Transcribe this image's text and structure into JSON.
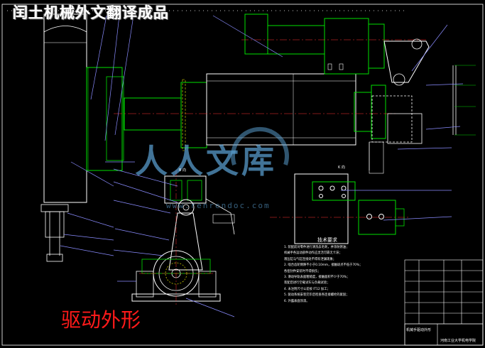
{
  "header": {
    "title": "闰土机械外文翻译成品"
  },
  "drawing": {
    "view_label_b": "B 向",
    "view_label_k": "K 向",
    "drive_caption": "驱动外形",
    "colors": {
      "background": "#000000",
      "outline": "#ffffff",
      "part_line": "#00e000",
      "centerline": "#ff3030",
      "leader": "#8a8cff",
      "hidden": "#e0e000",
      "caption": "#ff1a1a"
    }
  },
  "watermark": {
    "text": "人人文库",
    "url": "www.renrendoc.com"
  },
  "notes": {
    "heading": "技术要求",
    "lines": [
      "1. 装配前对零件进行清洗去毛刺，并涂防锈油；",
      "   机械手各运动部件动作应灵活可靠无卡滞；",
      "   液压缸与气缸连接处不得有泄漏现象；",
      "2. 啮合齿轮侧隙不小于0.10mm，接触斑点不低于70%；",
      "   各密封件安装时不得损伤；",
      "3. 滑动导轨表面粗糙度，接触面积不少于70%；",
      "   装配后进行空载试车与负载试验；",
      "4. 未注明尺寸公差按 IT12 加工；",
      "5. 驱动系统安装完毕后检查各连接螺栓的紧固；",
      "6. 外露表面涂漆。"
    ]
  },
  "title_block": {
    "drawing_title": "机械手驱动外形",
    "school": "河南工业大学机电学院"
  }
}
